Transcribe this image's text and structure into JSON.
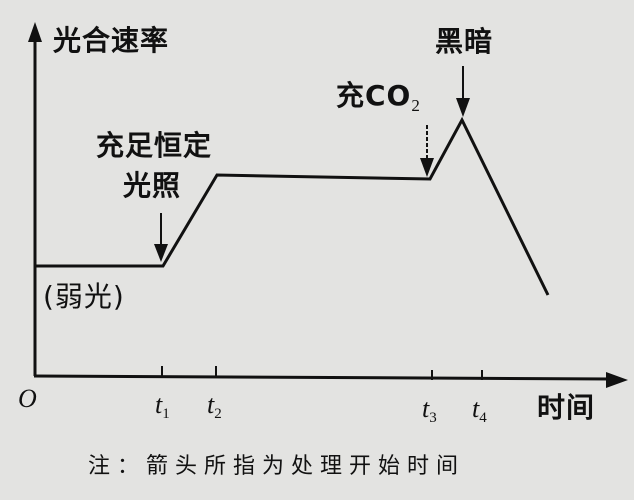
{
  "chart_data": {
    "type": "line",
    "title": "",
    "ylabel": "光合速率",
    "xlabel": "时间",
    "origin_label": "O",
    "x_ticks": [
      "t1",
      "t2",
      "t3",
      "t4"
    ],
    "grid": false,
    "series": [
      {
        "name": "光合速率",
        "points": [
          {
            "x": "0",
            "y": "low",
            "note": "弱光"
          },
          {
            "x": "t1",
            "y": "low"
          },
          {
            "x": "t2",
            "y": "high"
          },
          {
            "x": "t3",
            "y": "high"
          },
          {
            "x": "between t3 and t4",
            "y": "peak"
          },
          {
            "x": "after t4",
            "y": "falling below low"
          }
        ]
      }
    ],
    "annotations": [
      {
        "text": "(弱光)",
        "position": "below initial plateau"
      },
      {
        "text": "充足恒定光照",
        "arrow_at": "t1"
      },
      {
        "text": "充CO2",
        "arrow_at": "t3"
      },
      {
        "text": "黑暗",
        "arrow_at": "peak"
      }
    ],
    "footnote": "注：箭头所指为处理开始时间"
  },
  "labels": {
    "y_axis": "光合速率",
    "x_axis": "时间",
    "origin": "O",
    "weak_light": "(弱光)",
    "sufficient_light_line1": "充足恒定",
    "sufficient_light_line2": "光照",
    "co2_prefix": "充CO",
    "co2_sub": "2",
    "dark": "黑暗",
    "t": "t",
    "t1_sub": "1",
    "t2_sub": "2",
    "t3_sub": "3",
    "t4_sub": "4",
    "footnote": "注：箭头所指为处理开始时间"
  },
  "colors": {
    "background": "#e3e3e1",
    "ink": "#111111"
  }
}
